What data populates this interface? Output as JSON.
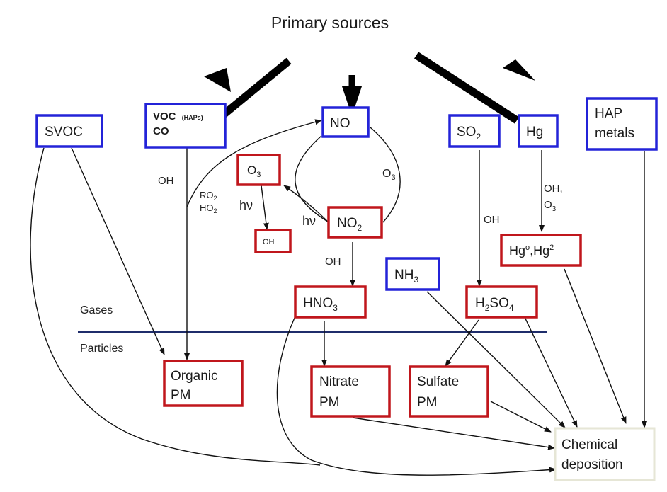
{
  "title": "Primary sources",
  "layers": {
    "gases": "Gases",
    "particles": "Particles"
  },
  "colors": {
    "primary_box": "#2323d8",
    "secondary_box": "#c0161c",
    "deposition_box": "#e6e6d6",
    "divider": "#1f2d6b",
    "line": "#111111"
  },
  "nodes": {
    "svoc": {
      "text": "SVOC"
    },
    "voc": {
      "line1": "VOC",
      "line1_small": "(HAPs)",
      "line2": "CO"
    },
    "no": {
      "text": "NO"
    },
    "o3": {
      "main": "O",
      "sub": "3"
    },
    "oh_box": {
      "text": "OH"
    },
    "no2": {
      "main": "NO",
      "sub": "2"
    },
    "so2": {
      "main": "SO",
      "sub": "2"
    },
    "hg": {
      "text": "Hg"
    },
    "hap_metals": {
      "line1": "HAP",
      "line2": "metals"
    },
    "hg_species": {
      "a": "Hg",
      "a_sup": "o",
      "sep": ",",
      "b": "Hg",
      "b_sup": "2"
    },
    "nh3": {
      "main": "NH",
      "sub": "3"
    },
    "hno3": {
      "main": "HNO",
      "sub": "3"
    },
    "h2so4": {
      "a": "H",
      "a_sub": "2",
      "b": "SO",
      "b_sub": "4"
    },
    "organic_pm": {
      "line1": "Organic",
      "line2": "PM"
    },
    "nitrate_pm": {
      "line1": "Nitrate",
      "line2": "PM"
    },
    "sulfate_pm": {
      "line1": "Sulfate",
      "line2": "PM"
    },
    "deposition": {
      "line1": "Chemical",
      "line2": "deposition"
    }
  },
  "edge_labels": {
    "voc_oh": "OH",
    "ro2": {
      "main": "RO",
      "sub": "2"
    },
    "ho2": {
      "main": "HO",
      "sub": "2"
    },
    "no_o3": {
      "main": "O",
      "sub": "3"
    },
    "o3_hv": "hν",
    "no2_hv": "hν",
    "no2_oh": "OH",
    "so2_oh": "OH",
    "hg_oh": "OH,",
    "hg_o3": {
      "main": "O",
      "sub": "3"
    }
  }
}
